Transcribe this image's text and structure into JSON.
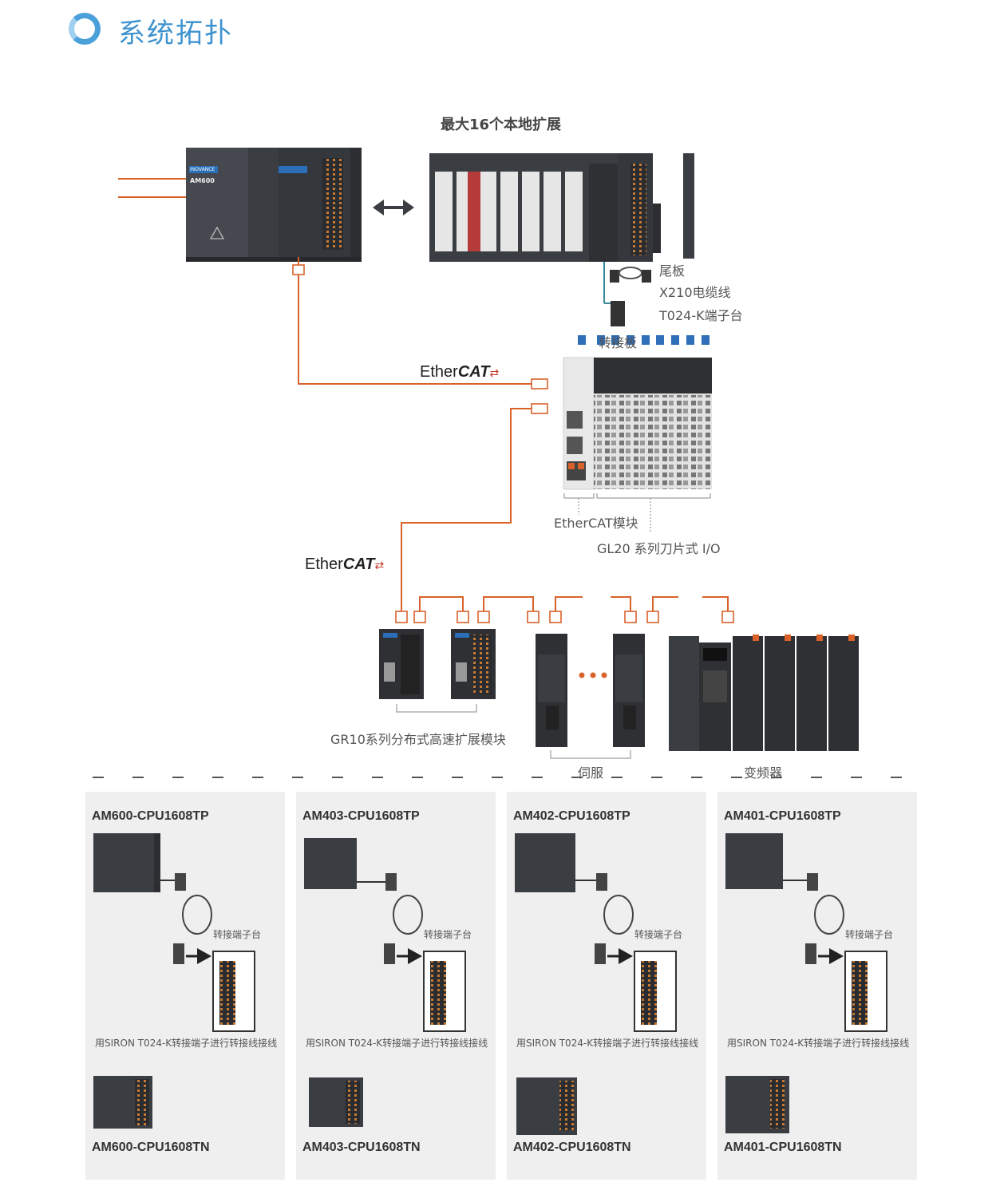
{
  "header": {
    "title": "系统拓扑"
  },
  "diagram": {
    "local_ext_title": "最大16个本地扩展",
    "tail_plate": "尾板",
    "cable": "X210电缆线",
    "terminal": "T024-K端子台",
    "adapter_board": "转接板",
    "ethercat_logo_word": "Ether",
    "ethercat_logo_bold": "CAT",
    "ethercat_module": "EtherCAT模块",
    "gl20_io": "GL20 系列刀片式 I/O",
    "gr10_module": "GR10系列分布式高速扩展模块",
    "servo": "伺服",
    "vfd": "变频器",
    "cpu_brand": "INOVANCE",
    "cpu_model": "AM600"
  },
  "panels": [
    {
      "top_model": "AM600-CPU1608TP",
      "bottom_model": "AM600-CPU1608TN",
      "terminal_label": "转接端子台",
      "note": "用SIRON T024-K转接端子进行转接线接线"
    },
    {
      "top_model": "AM403-CPU1608TP",
      "bottom_model": "AM403-CPU1608TN",
      "terminal_label": "转接端子台",
      "note": "用SIRON T024-K转接端子进行转接线接线"
    },
    {
      "top_model": "AM402-CPU1608TP",
      "bottom_model": "AM402-CPU1608TN",
      "terminal_label": "转接端子台",
      "note": "用SIRON T024-K转接端子进行转接线接线"
    },
    {
      "top_model": "AM401-CPU1608TP",
      "bottom_model": "AM401-CPU1608TN",
      "terminal_label": "转接端子台",
      "note": "用SIRON T024-K转接端子进行转接线接线"
    }
  ],
  "colors": {
    "accent": "#3e93cf",
    "wire": "#d9622b",
    "device": "#3a3d42",
    "panel_bg": "#efefef"
  }
}
